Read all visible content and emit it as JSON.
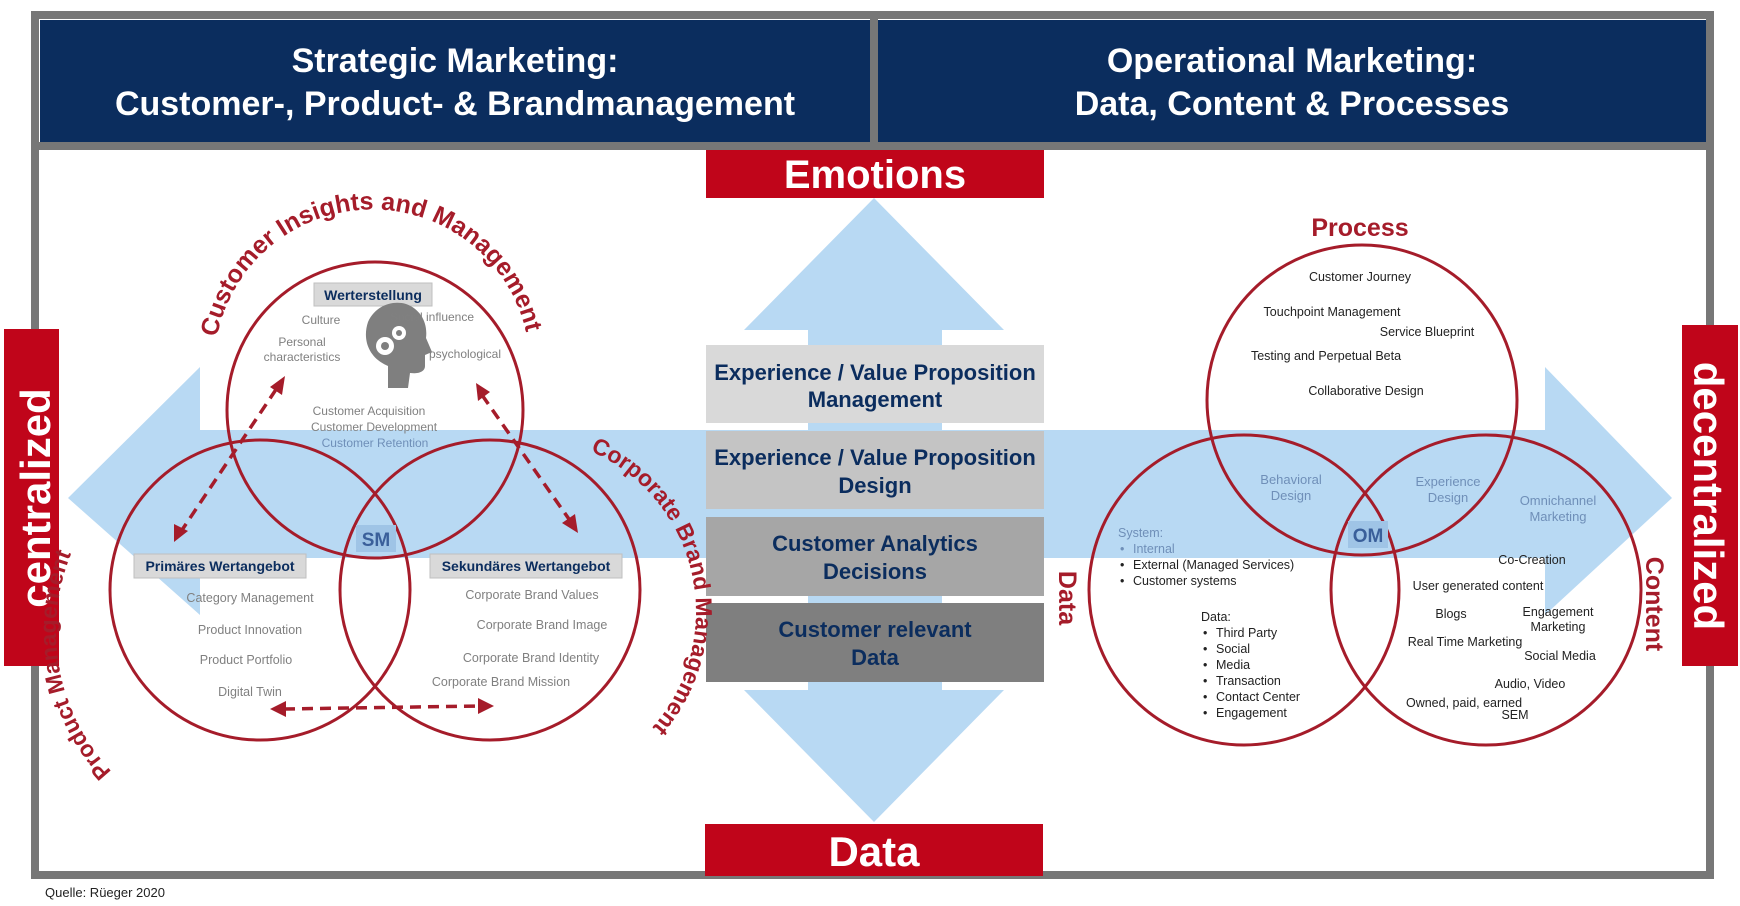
{
  "header": {
    "strategic_line1": "Strategic Marketing:",
    "strategic_line2": "Customer-, Product- & Brandmanagement",
    "operational_line1": "Operational Marketing:",
    "operational_line2": "Data, Content & Processes"
  },
  "axis": {
    "top": "Emotions",
    "bottom": "Data",
    "left": "centralized",
    "right": "decentralized"
  },
  "stack": [
    {
      "line1": "Experience / Value Proposition",
      "line2": "Management"
    },
    {
      "line1": "Experience / Value Proposition",
      "line2": "Design"
    },
    {
      "line1": "Customer Analytics",
      "line2": "Decisions"
    },
    {
      "line1": "Customer relevant",
      "line2": "Data"
    }
  ],
  "strategic": {
    "arc_top": "Customer Insights and Management",
    "arc_left": "Product Management",
    "arc_right": "Corporate Brand Management",
    "center": "SM",
    "top_box": "Werterstellung",
    "top_items": {
      "culture": "Culture",
      "social": "Social influence",
      "personal1": "Personal",
      "personal2": "characteristics",
      "psych": "psychological",
      "acq": "Customer Acquisition",
      "dev": "Customer Development",
      "ret": "Customer Retention"
    },
    "left_box": "Primäres Wertangebot",
    "left_items": [
      "Category Management",
      "Product Innovation",
      "Product Portfolio",
      "Digital Twin"
    ],
    "right_box": "Sekundäres Wertangebot",
    "right_items": [
      "Corporate Brand Values",
      "Corporate Brand Image",
      "Corporate Brand Identity",
      "Corporate Brand Mission"
    ]
  },
  "operational": {
    "label_top": "Process",
    "label_left": "Data",
    "label_right": "Content",
    "center": "OM",
    "process_items": [
      "Customer Journey",
      "Touchpoint Management",
      "Service Blueprint",
      "Testing and Perpetual Beta",
      "Collaborative Design"
    ],
    "behavioral1": "Behavioral",
    "behavioral2": "Design",
    "experience1": "Experience",
    "experience2": "Design",
    "system_title": "System:",
    "system_items": [
      "Internal",
      "External (Managed Services)",
      "Customer systems"
    ],
    "data_title": "Data:",
    "data_items": [
      "Third Party",
      "Social",
      "Media",
      "Transaction",
      "Contact Center",
      "Engagement"
    ],
    "omni1": "Omnichannel",
    "omni2": "Marketing",
    "cocreation": "Co-Creation",
    "ugc": "User generated content",
    "blogs": "Blogs",
    "engagement1": "Engagement",
    "engagement2": "Marketing",
    "rtm": "Real Time Marketing",
    "social_media": "Social Media",
    "audio": "Audio, Video",
    "owned": "Owned, paid, earned",
    "sem": "SEM"
  },
  "source": "Quelle: Rüeger 2020",
  "colors": {
    "navy": "#0b2d5e",
    "red": "#c0051a",
    "circle": "#a51c2a",
    "arrow": "#b8d9f3",
    "frame": "#777777"
  }
}
